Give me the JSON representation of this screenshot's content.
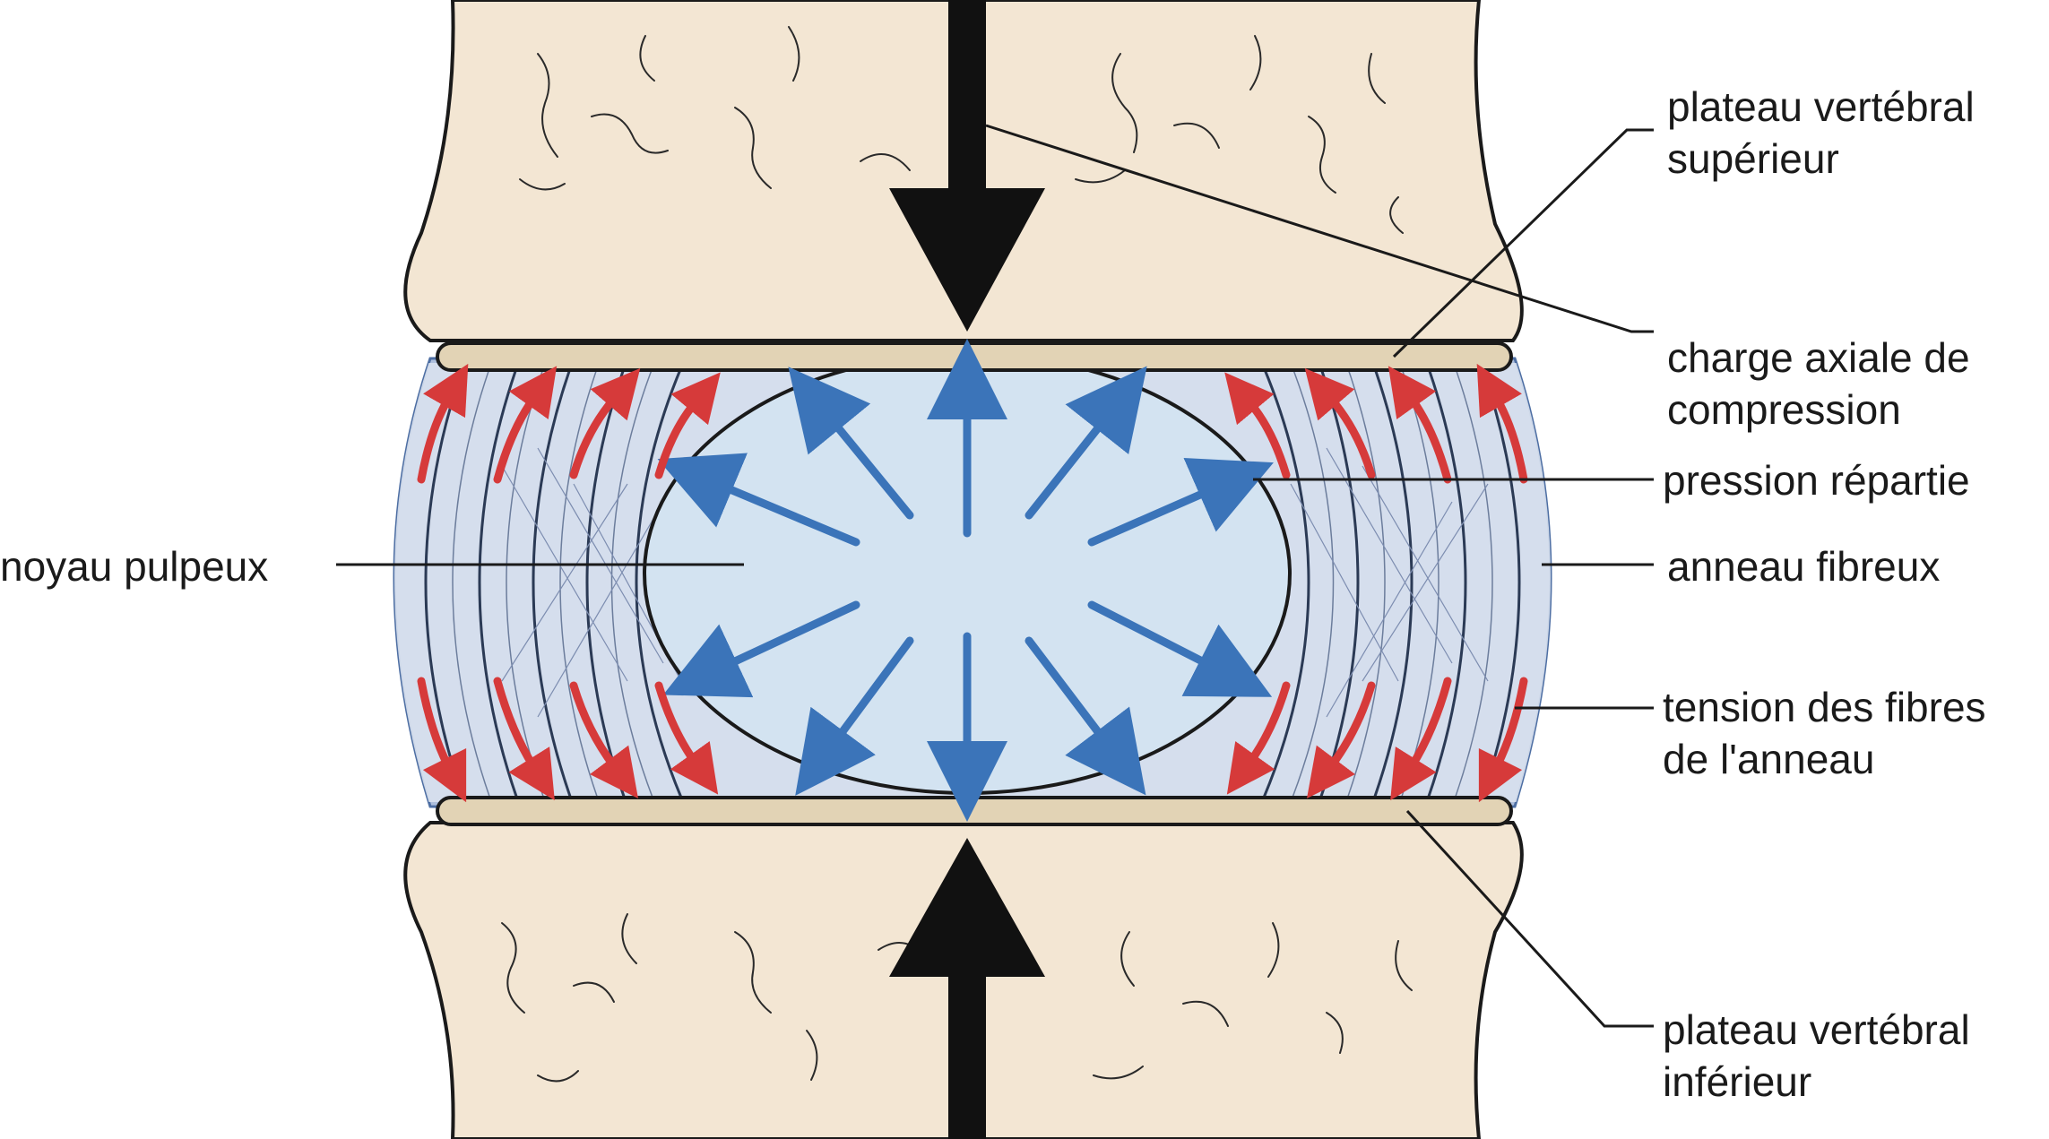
{
  "labels": {
    "upper_endplate": [
      "plateau vertébral",
      "supérieur"
    ],
    "axial_load": [
      "charge axiale de",
      "compression"
    ],
    "distributed_pressure": [
      "pression répartie"
    ],
    "nucleus": [
      "noyau pulpeux"
    ],
    "annulus": [
      "anneau fibreux"
    ],
    "fiber_tension": [
      "tension des fibres",
      "de l'anneau"
    ],
    "lower_endplate": [
      "plateau vertébral",
      "inférieur"
    ]
  },
  "colors": {
    "bone": "#f3e6d3",
    "endplate": "#e2d3b5",
    "annulus_outer": "#aebfdc",
    "annulus_fibers": "#d9e1ee",
    "nucleus": "#d3e3f1",
    "pressure_arrows": "#3b74b9",
    "tension_arrows": "#d63a3a",
    "load_arrows": "#111111",
    "outline": "#1a1a1a"
  }
}
